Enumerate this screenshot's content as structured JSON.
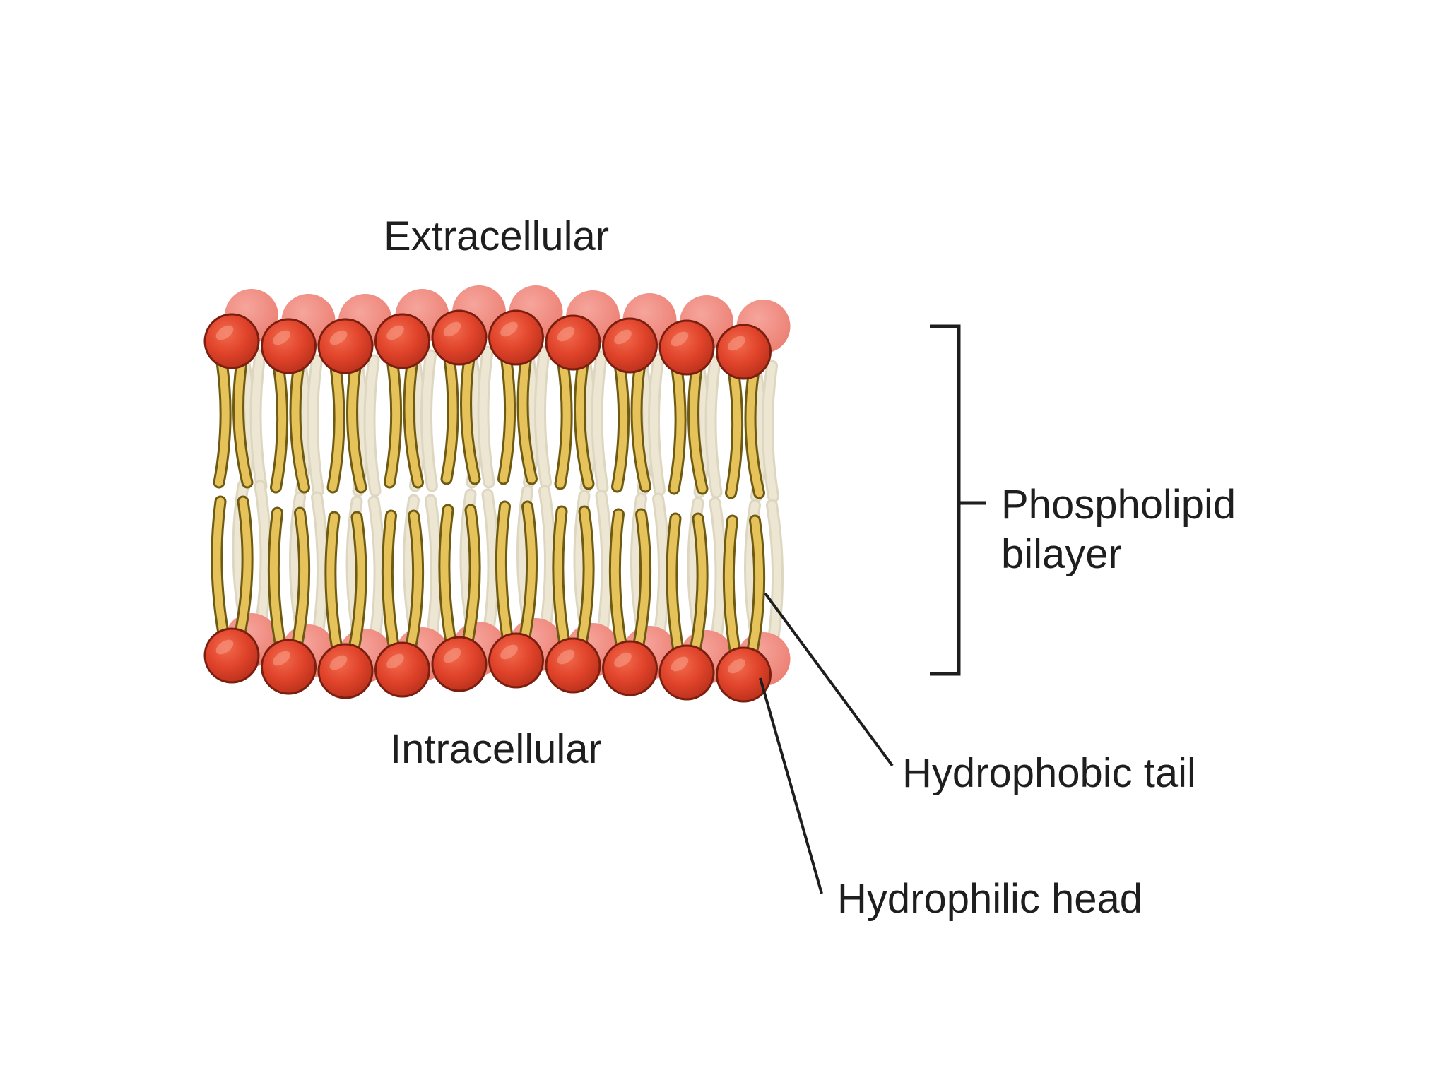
{
  "labels": {
    "extracellular": "Extracellular",
    "intracellular": "Intracellular",
    "bilayer_line1": "Phospholipid",
    "bilayer_line2": "bilayer",
    "tail": "Hydrophobic tail",
    "head": "Hydrophilic head"
  },
  "colors": {
    "head_front": "#e0432a",
    "head_back": "#f08a80",
    "head_stroke": "#7a1e10",
    "tail_front": "#e6c35a",
    "tail_back": "#ede6d2",
    "line": "#1e1e1e",
    "background": "#ffffff"
  }
}
